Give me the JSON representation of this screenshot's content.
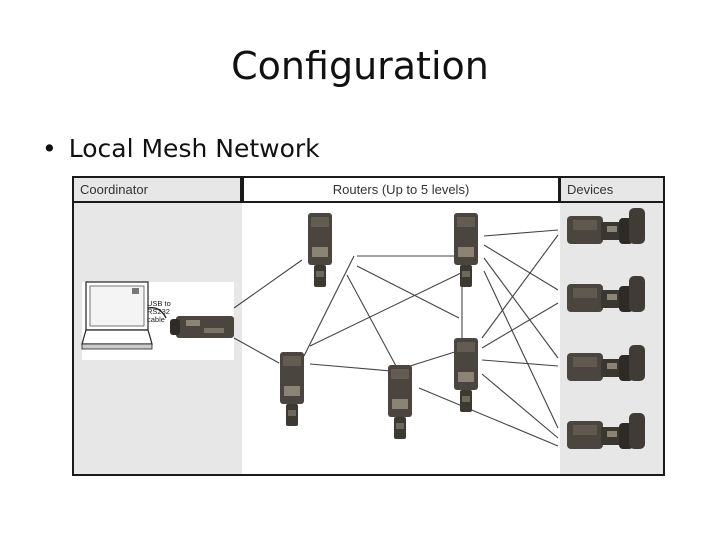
{
  "slide": {
    "title": "Configuration",
    "bullet": "Local Mesh Network"
  },
  "diagram": {
    "columns": {
      "coordinator": "Coordinator",
      "routers": "Routers (Up to 5 levels)",
      "devices": "Devices"
    },
    "cable_label_lines": [
      "USB to",
      "RS232",
      "cable"
    ],
    "colors": {
      "frame": "#1a1a1a",
      "side_panel": "#e7e7e7",
      "device_body": "#4a463f",
      "link": "#444444"
    }
  }
}
